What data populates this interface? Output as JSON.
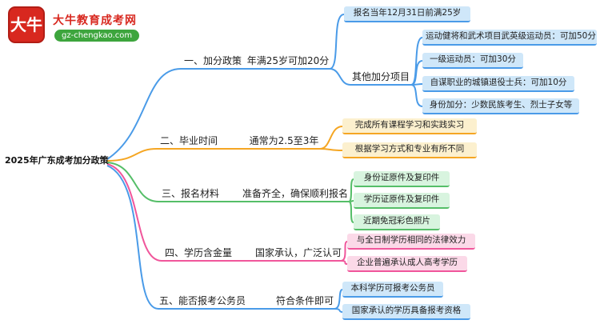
{
  "logo": {
    "icon_text": "大牛",
    "site_name": "大牛教育成考网",
    "site_url": "gz-chengkao.com"
  },
  "colors": {
    "blue": "#4A9BE8",
    "orange": "#F5A623",
    "green": "#55BE68",
    "pink": "#F0569B",
    "blue_fill": "#CFE7F9",
    "orange_fill": "#FCF0CE",
    "green_fill": "#D8F4DF",
    "pink_fill": "#FBD9E8",
    "logo_red": "#D8281F",
    "logo_green": "#3DA53D"
  },
  "root": {
    "label": "2025年广东成考加分政策"
  },
  "branches": [
    {
      "label": "一、加分政策",
      "detail": "年满25岁可加20分",
      "color": "#4A9BE8",
      "children": [
        {
          "label": "报名当年12月31日前满25岁"
        },
        {
          "label": "其他加分项目",
          "children": [
            {
              "label": "运动健将和武术项目武英级运动员：可加50分"
            },
            {
              "label": "一级运动员：可加30分"
            },
            {
              "label": "自谋职业的城镇退役士兵：可加10分"
            },
            {
              "label": "身份加分：少数民族考生、烈士子女等"
            }
          ]
        }
      ]
    },
    {
      "label": "二、毕业时间",
      "detail": "通常为2.5至3年",
      "color": "#F5A623",
      "children": [
        {
          "label": "完成所有课程学习和实践实习"
        },
        {
          "label": "根据学习方式和专业有所不同"
        }
      ]
    },
    {
      "label": "三、报名材料",
      "detail": "准备齐全，确保顺利报名",
      "color": "#55BE68",
      "children": [
        {
          "label": "身份证原件及复印件"
        },
        {
          "label": "学历证原件及复印件"
        },
        {
          "label": "近期免冠彩色照片"
        }
      ]
    },
    {
      "label": "四、学历含金量",
      "detail": "国家承认，广泛认可",
      "color": "#F0569B",
      "children": [
        {
          "label": "与全日制学历相同的法律效力"
        },
        {
          "label": "企业普遍承认成人高考学历"
        }
      ]
    },
    {
      "label": "五、能否报考公务员",
      "detail": "符合条件即可",
      "color": "#4A9BE8",
      "children": [
        {
          "label": "本科学历可报考公务员"
        },
        {
          "label": "国家承认的学历具备报考资格"
        }
      ]
    }
  ]
}
